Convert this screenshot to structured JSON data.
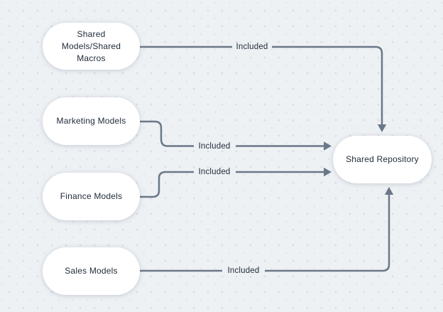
{
  "diagram": {
    "type": "flowchart",
    "nodes": [
      {
        "id": "shared-models-macros",
        "label": "Shared Models/Shared Macros",
        "label_lines": [
          "Shared",
          "Models/Shared",
          "Macros"
        ]
      },
      {
        "id": "marketing-models",
        "label": "Marketing Models"
      },
      {
        "id": "finance-models",
        "label": "Finance Models"
      },
      {
        "id": "sales-models",
        "label": "Sales Models"
      },
      {
        "id": "shared-repository",
        "label": "Shared Repository"
      }
    ],
    "edges": [
      {
        "from": "shared-models-macros",
        "to": "shared-repository",
        "label": "Included"
      },
      {
        "from": "marketing-models",
        "to": "shared-repository",
        "label": "Included"
      },
      {
        "from": "finance-models",
        "to": "shared-repository",
        "label": "Included"
      },
      {
        "from": "sales-models",
        "to": "shared-repository",
        "label": "Included"
      }
    ]
  },
  "colors": {
    "background": "#eef1f4",
    "dot": "#d6dbe2",
    "dot-alt": "#e1e4ea",
    "line": "#6b7888",
    "text": "#1f2a38",
    "node-bg": "#ffffff"
  }
}
